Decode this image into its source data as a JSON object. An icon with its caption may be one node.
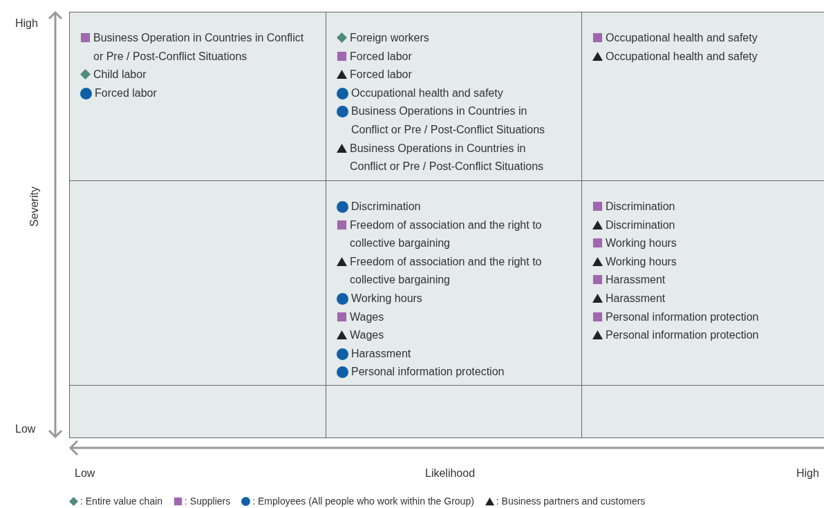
{
  "diagram": {
    "nodes": [
      {
        "text": [
          "Business Operation in Countries in Conflict or Pre / Post-Conflict Situations",
          "Child labor",
          "Forced labor"
        ]
      },
      {
        "text": [
          "Foreign workers",
          "Forced labor",
          "Forced labor",
          "Occupational health and safety",
          "Business Operations in Countries in Conflict or Pre / Post-Conflict Situations",
          "Business Operations in Countries in Conflict or Pre / Post-Conflict Situations"
        ]
      },
      {
        "text": [
          "Occupational health and safety",
          "Occupational health and safety"
        ]
      },
      {
        "text": [],
        "shape": "box"
      },
      {
        "text": [
          "Discrimination",
          "Freedom of association and the right to collective bargaining",
          "Freedom of association and the right to collective bargaining",
          "Working hours",
          "Wages",
          "Wages",
          "Harassment",
          "Personal information protection"
        ]
      },
      {
        "text": [
          "Discrimination",
          "Discrimination",
          "Working hours",
          "Working hours",
          "Harassment",
          "Harassment",
          "Personal information protection",
          "Personal information protection"
        ]
      },
      {
        "text": [],
        "shape": "box"
      },
      {
        "text": [],
        "shape": "box"
      },
      {
        "text": [],
        "shape": "box"
      }
    ],
    "edges": [],
    "labels": [
      "High",
      "Severity",
      "Low",
      "Low",
      "Likelihood",
      "High"
    ],
    "legend": [
      {
        "text": ": Entire value chain"
      },
      {
        "text": ": Suppliers"
      },
      {
        "text": ": Employees (All people who work within the Group)"
      },
      {
        "text": ": Business partners and customers"
      }
    ]
  }
}
